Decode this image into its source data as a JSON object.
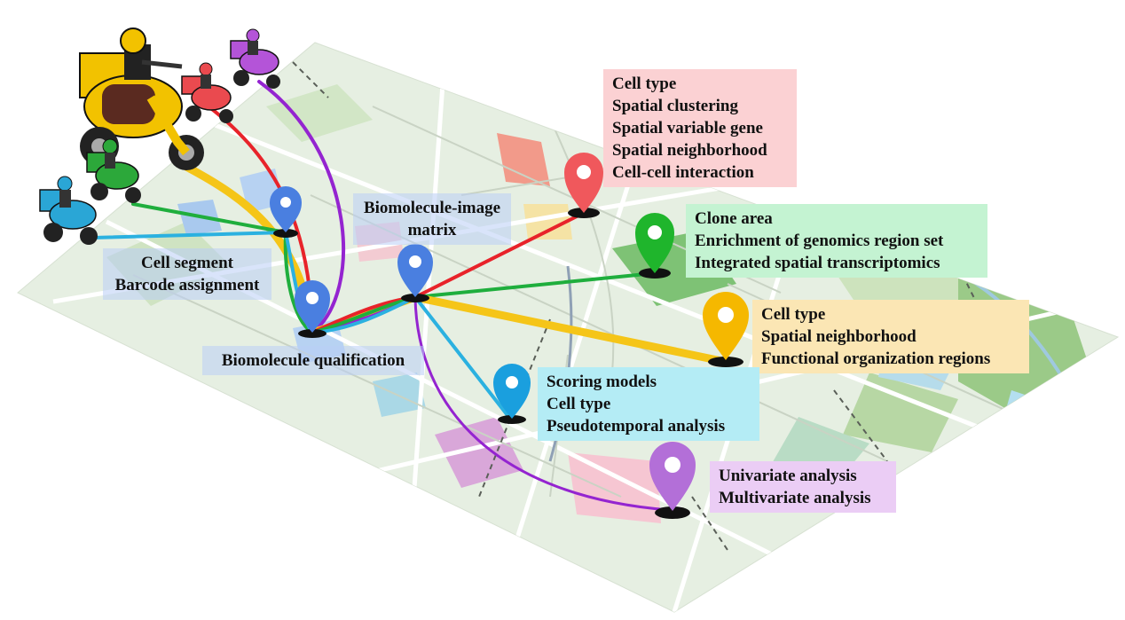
{
  "nodes": {
    "cell_segment": {
      "lines": [
        "Cell segment",
        "Barcode assignment"
      ],
      "color": "#b9cdf5"
    },
    "biomolecule_image_matrix": {
      "lines": [
        "Biomolecule-image",
        "matrix"
      ],
      "color": "#b9cdf5"
    },
    "biomolecule_qualification": {
      "lines": [
        "Biomolecule qualification"
      ],
      "color": "#b9cdf5"
    }
  },
  "destinations": [
    {
      "id": "red",
      "color": "#f0585c",
      "box_color": "#fbd1d3",
      "lines": [
        "Cell type",
        "Spatial clustering",
        "Spatial variable gene",
        "Spatial neighborhood",
        "Cell-cell interaction"
      ]
    },
    {
      "id": "green",
      "color": "#1fb52c",
      "box_color": "#c4f3d2",
      "lines": [
        "Clone area",
        "Enrichment of genomics region set",
        "Integrated spatial transcriptomics"
      ]
    },
    {
      "id": "yellow",
      "color": "#f5b800",
      "box_color": "#fbe6b4",
      "lines": [
        "Cell type",
        "Spatial neighborhood",
        "Functional organization regions"
      ]
    },
    {
      "id": "blue",
      "color": "#1a9fde",
      "box_color": "#b4ecf5",
      "lines": [
        "Scoring models",
        "Cell type",
        "Pseudotemporal analysis"
      ]
    },
    {
      "id": "purple",
      "color": "#b36fd8",
      "box_color": "#ebcdf5",
      "lines": [
        "Univariate analysis",
        "Multivariate analysis"
      ]
    }
  ],
  "riders": [
    {
      "id": "yellow-rider",
      "color": "#f2c200"
    },
    {
      "id": "red-rider",
      "color": "#ea4a4f"
    },
    {
      "id": "purple-rider",
      "color": "#b454d8"
    },
    {
      "id": "green-rider",
      "color": "#2ca83a"
    },
    {
      "id": "blue-rider",
      "color": "#2aa6d6"
    }
  ],
  "pin_colors": {
    "hub": "#4a7fe0",
    "qual": "#4a7fe0",
    "seg": "#4a7fe0"
  }
}
